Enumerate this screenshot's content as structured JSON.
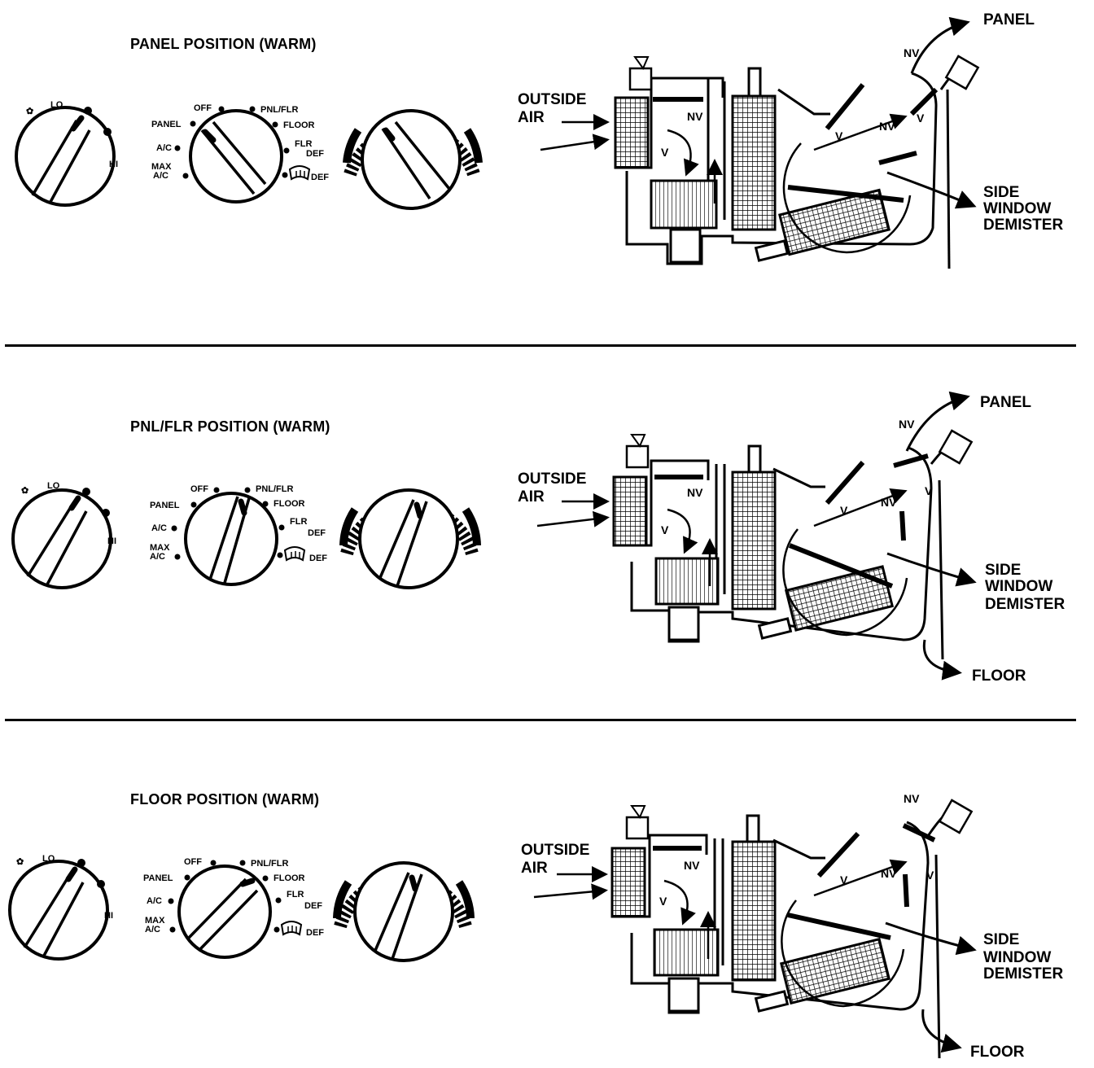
{
  "panels": [
    {
      "title": "PANEL POSITION (WARM)",
      "blower": {
        "lo": "LO",
        "hi": "HI"
      },
      "mode": {
        "off": "OFF",
        "panel": "PANEL",
        "ac": "A/C",
        "max": "MAX",
        "max_ac": "A/C",
        "pnlflr": "PNL/FLR",
        "floor": "FLOOR",
        "flr": "FLR",
        "flr_def": "DEF",
        "def": "DEF"
      },
      "diagram": {
        "outside": "OUTSIDE",
        "air": "AIR",
        "nv": "NV",
        "v": "V",
        "panel_out": "PANEL",
        "side": "SIDE",
        "window": "WINDOW",
        "demister": "DEMISTER",
        "floor_out": ""
      }
    },
    {
      "title": "PNL/FLR POSITION (WARM)",
      "blower": {
        "lo": "LO",
        "hi": "HI"
      },
      "mode": {
        "off": "OFF",
        "panel": "PANEL",
        "ac": "A/C",
        "max": "MAX",
        "max_ac": "A/C",
        "pnlflr": "PNL/FLR",
        "floor": "FLOOR",
        "flr": "FLR",
        "flr_def": "DEF",
        "def": "DEF"
      },
      "diagram": {
        "outside": "OUTSIDE",
        "air": "AIR",
        "nv": "NV",
        "v": "V",
        "panel_out": "PANEL",
        "side": "SIDE",
        "window": "WINDOW",
        "demister": "DEMISTER",
        "floor_out": "FLOOR"
      }
    },
    {
      "title": "FLOOR POSITION (WARM)",
      "blower": {
        "lo": "LO",
        "hi": "HI"
      },
      "mode": {
        "off": "OFF",
        "panel": "PANEL",
        "ac": "A/C",
        "max": "MAX",
        "max_ac": "A/C",
        "pnlflr": "PNL/FLR",
        "floor": "FLOOR",
        "flr": "FLR",
        "flr_def": "DEF",
        "def": "DEF"
      },
      "diagram": {
        "outside": "OUTSIDE",
        "air": "AIR",
        "nv": "NV",
        "v": "V",
        "panel_out": "",
        "side": "SIDE",
        "window": "WINDOW",
        "demister": "DEMISTER",
        "floor_out": "FLOOR"
      }
    }
  ]
}
